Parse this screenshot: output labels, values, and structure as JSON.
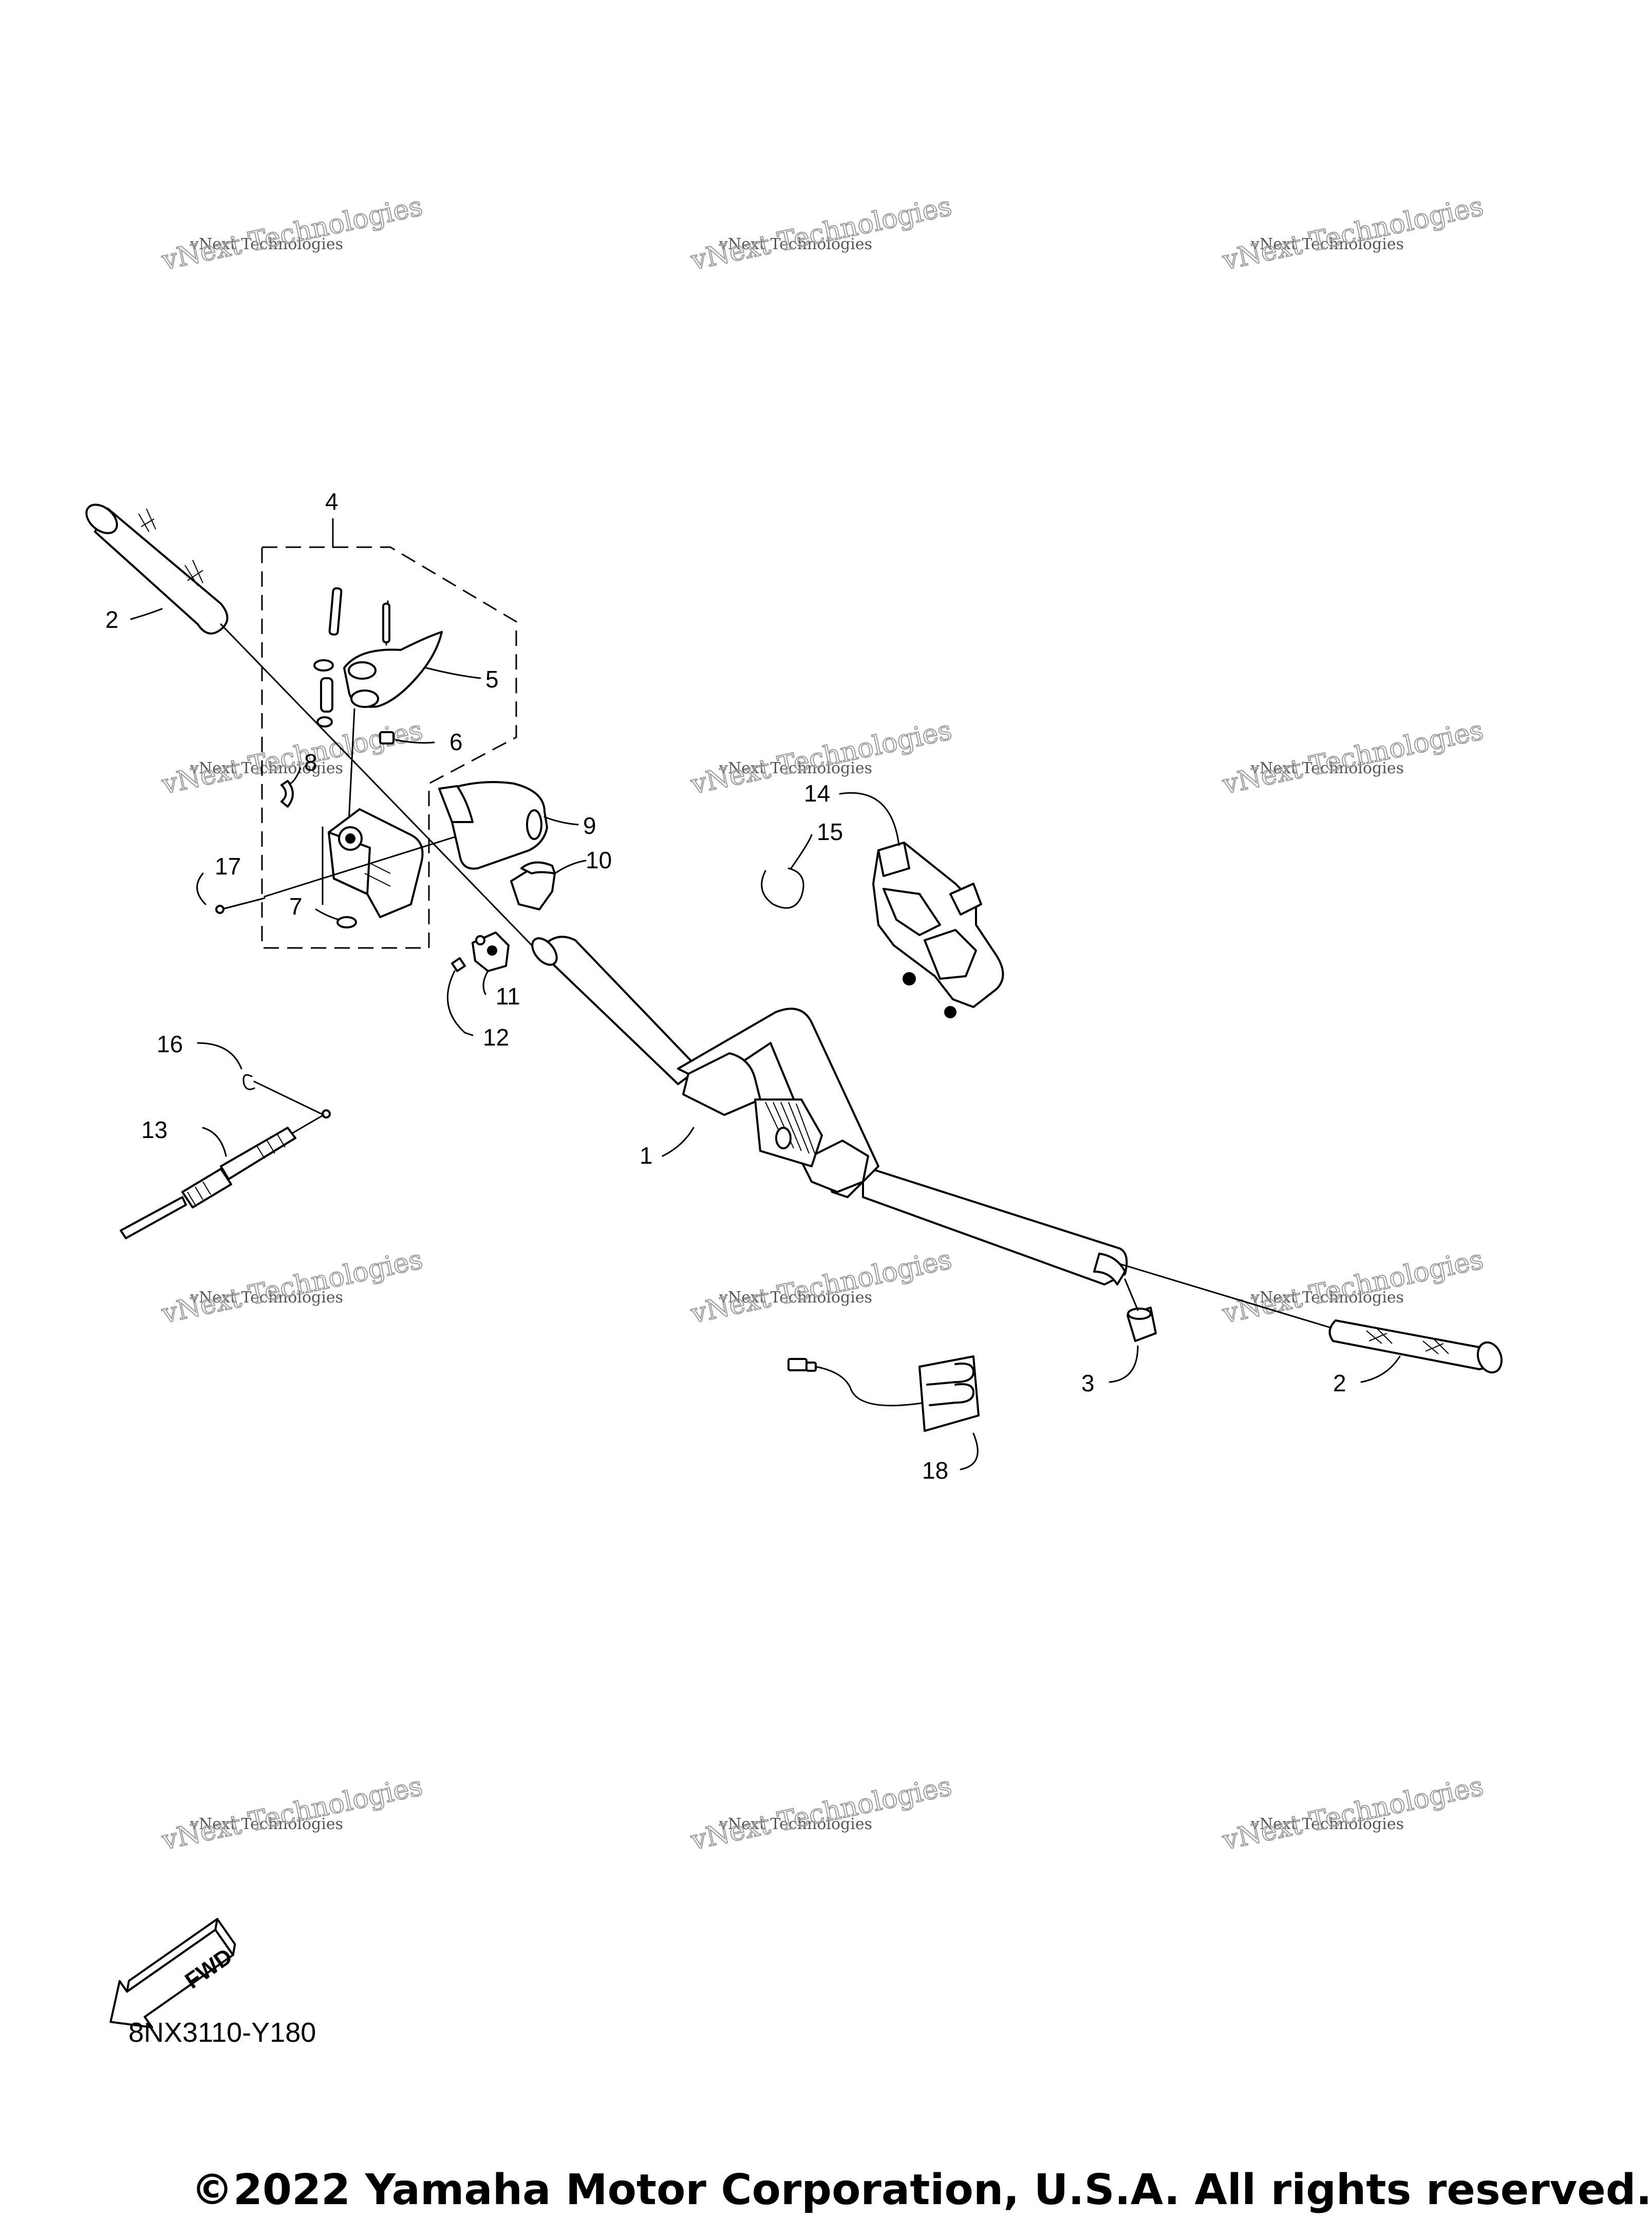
{
  "diagram_code": "8NX3110-Y180",
  "copyright": "©2022 Yamaha Motor Corporation, U.S.A. All rights reserved.",
  "fwd_label": "FWD",
  "watermark": {
    "line1": "vNext Technologies",
    "line2": "vNext Technologies"
  },
  "callouts": [
    "1",
    "2",
    "2",
    "3",
    "4",
    "5",
    "6",
    "7",
    "8",
    "9",
    "10",
    "11",
    "12",
    "13",
    "14",
    "15",
    "16",
    "17",
    "18"
  ]
}
